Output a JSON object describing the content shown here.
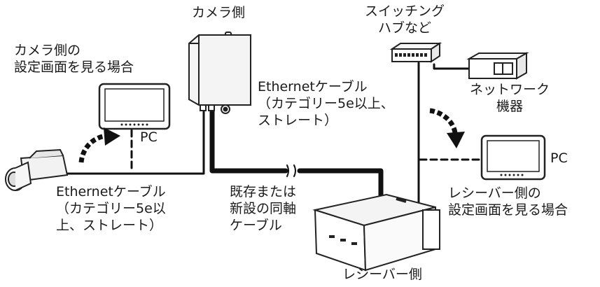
{
  "labels": {
    "camera_side": "カメラ側",
    "switching_hub": "スイッチング\nハブなど",
    "camera_settings": "カメラ側の\n設定画面を見る場合",
    "eth_cable_top": "Ethernetケーブル\n（カテゴリー5e以上、\nストレート）",
    "network_device": "ネットワーク\n機器",
    "pc_left": "PC",
    "pc_right": "PC",
    "eth_cable_bottom": "Ethernetケーブル\n（カテゴリー5e以\n上、ストレート）",
    "coax_cable": "既存または\n新設の同軸\nケーブル",
    "receiver_settings": "レシーバー側の\n設定画面を見る場合",
    "receiver_side": "レシーバー側"
  },
  "icons": {
    "camera_unit": "wall-camera-converter-icon",
    "switch": "switching-hub-icon",
    "network_device": "network-device-icon",
    "tablet_left": "tablet-pc-icon",
    "tablet_right": "tablet-pc-icon",
    "bullet_camera": "bullet-camera-icon",
    "receiver": "receiver-unit-icon",
    "arrow_left": "curved-arrow-icon",
    "arrow_right": "curved-arrow-icon"
  },
  "colors": {
    "line": "#111111",
    "stroke": "#222222",
    "fill_light": "#f2f2f2"
  }
}
